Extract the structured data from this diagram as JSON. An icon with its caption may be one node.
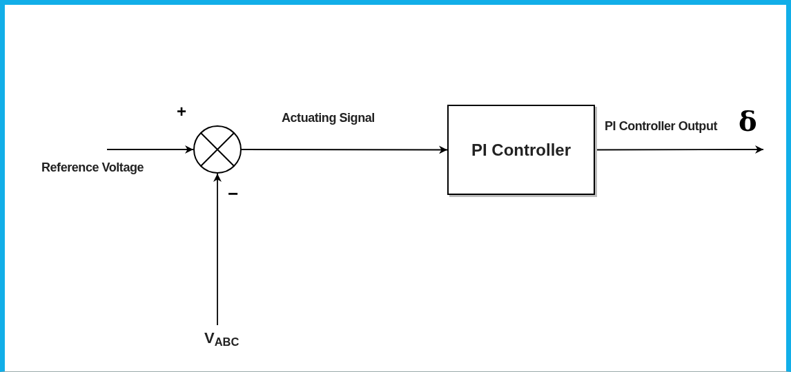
{
  "diagram": {
    "nodes": [
      {
        "text": [],
        "shape": "circle"
      },
      {
        "text": [
          "PI Controller"
        ]
      },
      {
        "text": [
          "V$_{ABC}$"
        ]
      }
    ],
    "edges": [
      {
        "from": null,
        "to": 0,
        "arrow": "to",
        "label": "Reference Voltage"
      },
      {
        "from": 2,
        "to": 0,
        "arrow": "to"
      },
      {
        "from": 0,
        "to": 1,
        "arrow": "to",
        "label": "Actuating Signal"
      },
      {
        "from": 1,
        "to": null,
        "arrow": "to",
        "label": "PI Controller Output"
      }
    ],
    "labels": [
      "+",
      "−",
      "δ"
    ]
  }
}
